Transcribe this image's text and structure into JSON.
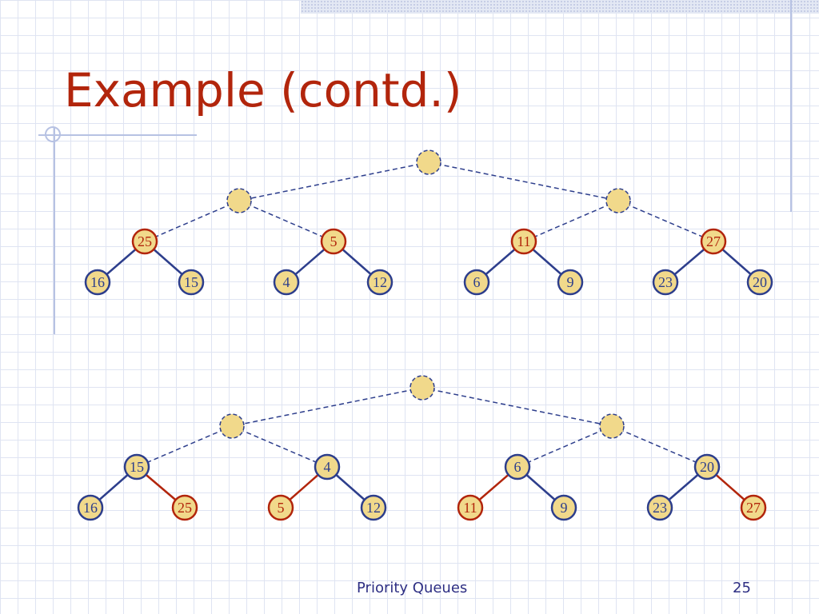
{
  "slide": {
    "title": "Example (contd.)",
    "footer": "Priority Queues",
    "page_number": "25"
  },
  "colors": {
    "node_fill": "#f1d98b",
    "black_outline": "#2d3e8c",
    "red_outline": "#b2250c",
    "black_edge": "#2d3e8c",
    "red_edge": "#b2250c",
    "dashed_edge": "#2d3e8c",
    "node_text_black": "#2d3e8c",
    "node_text_red": "#b2250c"
  },
  "trees": [
    {
      "id": "before",
      "placeholders": [
        {
          "id": "root"
        },
        {
          "id": "left"
        },
        {
          "id": "right"
        }
      ],
      "subtrees": [
        {
          "root": {
            "key": "25",
            "color": "red"
          },
          "left": {
            "key": "16",
            "color": "black"
          },
          "right": {
            "key": "15",
            "color": "black"
          },
          "left_edge": "black",
          "right_edge": "black"
        },
        {
          "root": {
            "key": "5",
            "color": "red"
          },
          "left": {
            "key": "4",
            "color": "black"
          },
          "right": {
            "key": "12",
            "color": "black"
          },
          "left_edge": "black",
          "right_edge": "black"
        },
        {
          "root": {
            "key": "11",
            "color": "red"
          },
          "left": {
            "key": "6",
            "color": "black"
          },
          "right": {
            "key": "9",
            "color": "black"
          },
          "left_edge": "black",
          "right_edge": "black"
        },
        {
          "root": {
            "key": "27",
            "color": "red"
          },
          "left": {
            "key": "23",
            "color": "black"
          },
          "right": {
            "key": "20",
            "color": "black"
          },
          "left_edge": "black",
          "right_edge": "black"
        }
      ]
    },
    {
      "id": "after",
      "placeholders": [
        {
          "id": "root"
        },
        {
          "id": "left"
        },
        {
          "id": "right"
        }
      ],
      "subtrees": [
        {
          "root": {
            "key": "15",
            "color": "black"
          },
          "left": {
            "key": "16",
            "color": "black"
          },
          "right": {
            "key": "25",
            "color": "red"
          },
          "left_edge": "black",
          "right_edge": "red"
        },
        {
          "root": {
            "key": "4",
            "color": "black"
          },
          "left": {
            "key": "5",
            "color": "red"
          },
          "right": {
            "key": "12",
            "color": "black"
          },
          "left_edge": "red",
          "right_edge": "black"
        },
        {
          "root": {
            "key": "6",
            "color": "black"
          },
          "left": {
            "key": "11",
            "color": "red"
          },
          "right": {
            "key": "9",
            "color": "black"
          },
          "left_edge": "red",
          "right_edge": "black"
        },
        {
          "root": {
            "key": "20",
            "color": "black"
          },
          "left": {
            "key": "23",
            "color": "black"
          },
          "right": {
            "key": "27",
            "color": "red"
          },
          "left_edge": "black",
          "right_edge": "red"
        }
      ]
    }
  ]
}
